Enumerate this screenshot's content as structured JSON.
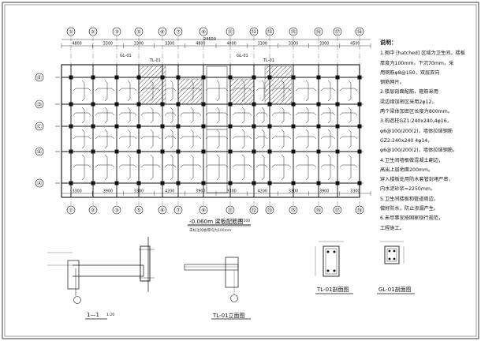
{
  "grid_top": [
    "①",
    "②",
    "③",
    "⑤",
    "⑥",
    "⑦",
    "⑨",
    "⑪",
    "⑫",
    "⑬",
    "⑮",
    "⑯",
    "⑰",
    "⑱"
  ],
  "grid_bottom": [
    "①",
    "②",
    "③",
    "⑤",
    "⑥",
    "⑦",
    "⑨",
    "⑪",
    "⑫",
    "⑬",
    "⑮",
    "⑯",
    "⑰",
    "⑱"
  ],
  "grid_left": [
    "Ⓔ",
    "Ⓓ",
    "Ⓒ",
    "Ⓑ",
    "Ⓐ"
  ],
  "dims_top": [
    "4800",
    "3300",
    "3300",
    "3300",
    "4800",
    "4800",
    "3300",
    "3300",
    "3300",
    "4500"
  ],
  "dims_bottom": [
    "3300",
    "3900",
    "3300",
    "4200",
    "3900",
    "3300",
    "4200",
    "3300",
    "3900",
    "3300"
  ],
  "overall_dim": "24600",
  "tags": [
    "GL-01",
    "TL-01",
    "GL-01",
    "TL-01"
  ],
  "plan": {
    "title": "-0.060m 梁板配筋图",
    "scale": "1:100",
    "subtitle": "未标注的板厚均为100mm"
  },
  "sections": [
    {
      "title": "1—1",
      "scale": "1:20"
    },
    {
      "title": "TL-01立面图",
      "scale": ""
    },
    {
      "title": "TL-01剖面图",
      "scale": ""
    },
    {
      "title": "GL-01剖面图",
      "scale": ""
    }
  ],
  "notes": {
    "title": "说明：",
    "lines": [
      "1.图中 [hatched] 区域为卫生间，楼板",
      "厚度为100mm，下沉70mm，采",
      "用钢筋φ8@150，双层双向",
      "钢筋网片。",
      "2.楼层剖面配筋，箍筋采用",
      "梁边缘加密区采用2φ12，",
      "两个梁体加密区长度为800mm。",
      "3.构造柱GZ1:240x240,4φ16，",
      "φ6@100/200(2)，墙体拉结钢筋",
      "GZ2:240x240 4φ14，",
      "φ6@100/200(2)，墙体拉结钢筋。",
      "4.卫生间墙根做混凝土翻边，",
      "高出上层地面200mm。",
      "穿入楼板处用防水套管封堵严密，",
      "内水泥砂浆=2250mm。",
      "5.卫生间楼板和管道周边，",
      "做好防水，防止渗漏产生。",
      "6.未尽事宜按国家现行规范，",
      "工程施工。"
    ]
  }
}
